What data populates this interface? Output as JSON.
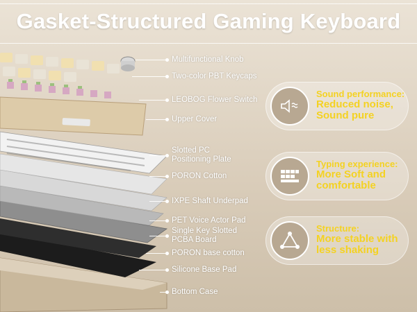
{
  "title": "Gasket-Structured Gaming Keyboard",
  "layers": [
    "Multifunctional Knob",
    "Two-color PBT Keycaps",
    "LEOBOG Flower Switch",
    "Upper Cover",
    "Slotted PC Positioning Plate",
    "PORON Cotton",
    "IXPE Shaft Underpad",
    "PET Voice Actor Pad",
    "Single Key Slotted PCBA Board",
    "PORON base cotton",
    "Silicone Base Pad",
    "Bottom Case"
  ],
  "slotted_pc": {
    "line1": "Slotted PC",
    "line2": "Positioning Plate"
  },
  "pcba": {
    "line1": "Single Key Slotted",
    "line2": "PCBA Board"
  },
  "features": [
    {
      "icon": "speaker-wave-icon",
      "heading": "Sound performance:",
      "line1": "Reduced noise,",
      "line2": "Sound pure"
    },
    {
      "icon": "keyboard-keys-icon",
      "heading": "Typing experience:",
      "line1": "More Soft and",
      "line2": "comfortable"
    },
    {
      "icon": "triangle-structure-icon",
      "heading": "Structure:",
      "line1": "More stable with",
      "line2": "less shaking"
    }
  ],
  "colors": {
    "accent_yellow": "#f4d222",
    "label_white": "#ffffff"
  }
}
